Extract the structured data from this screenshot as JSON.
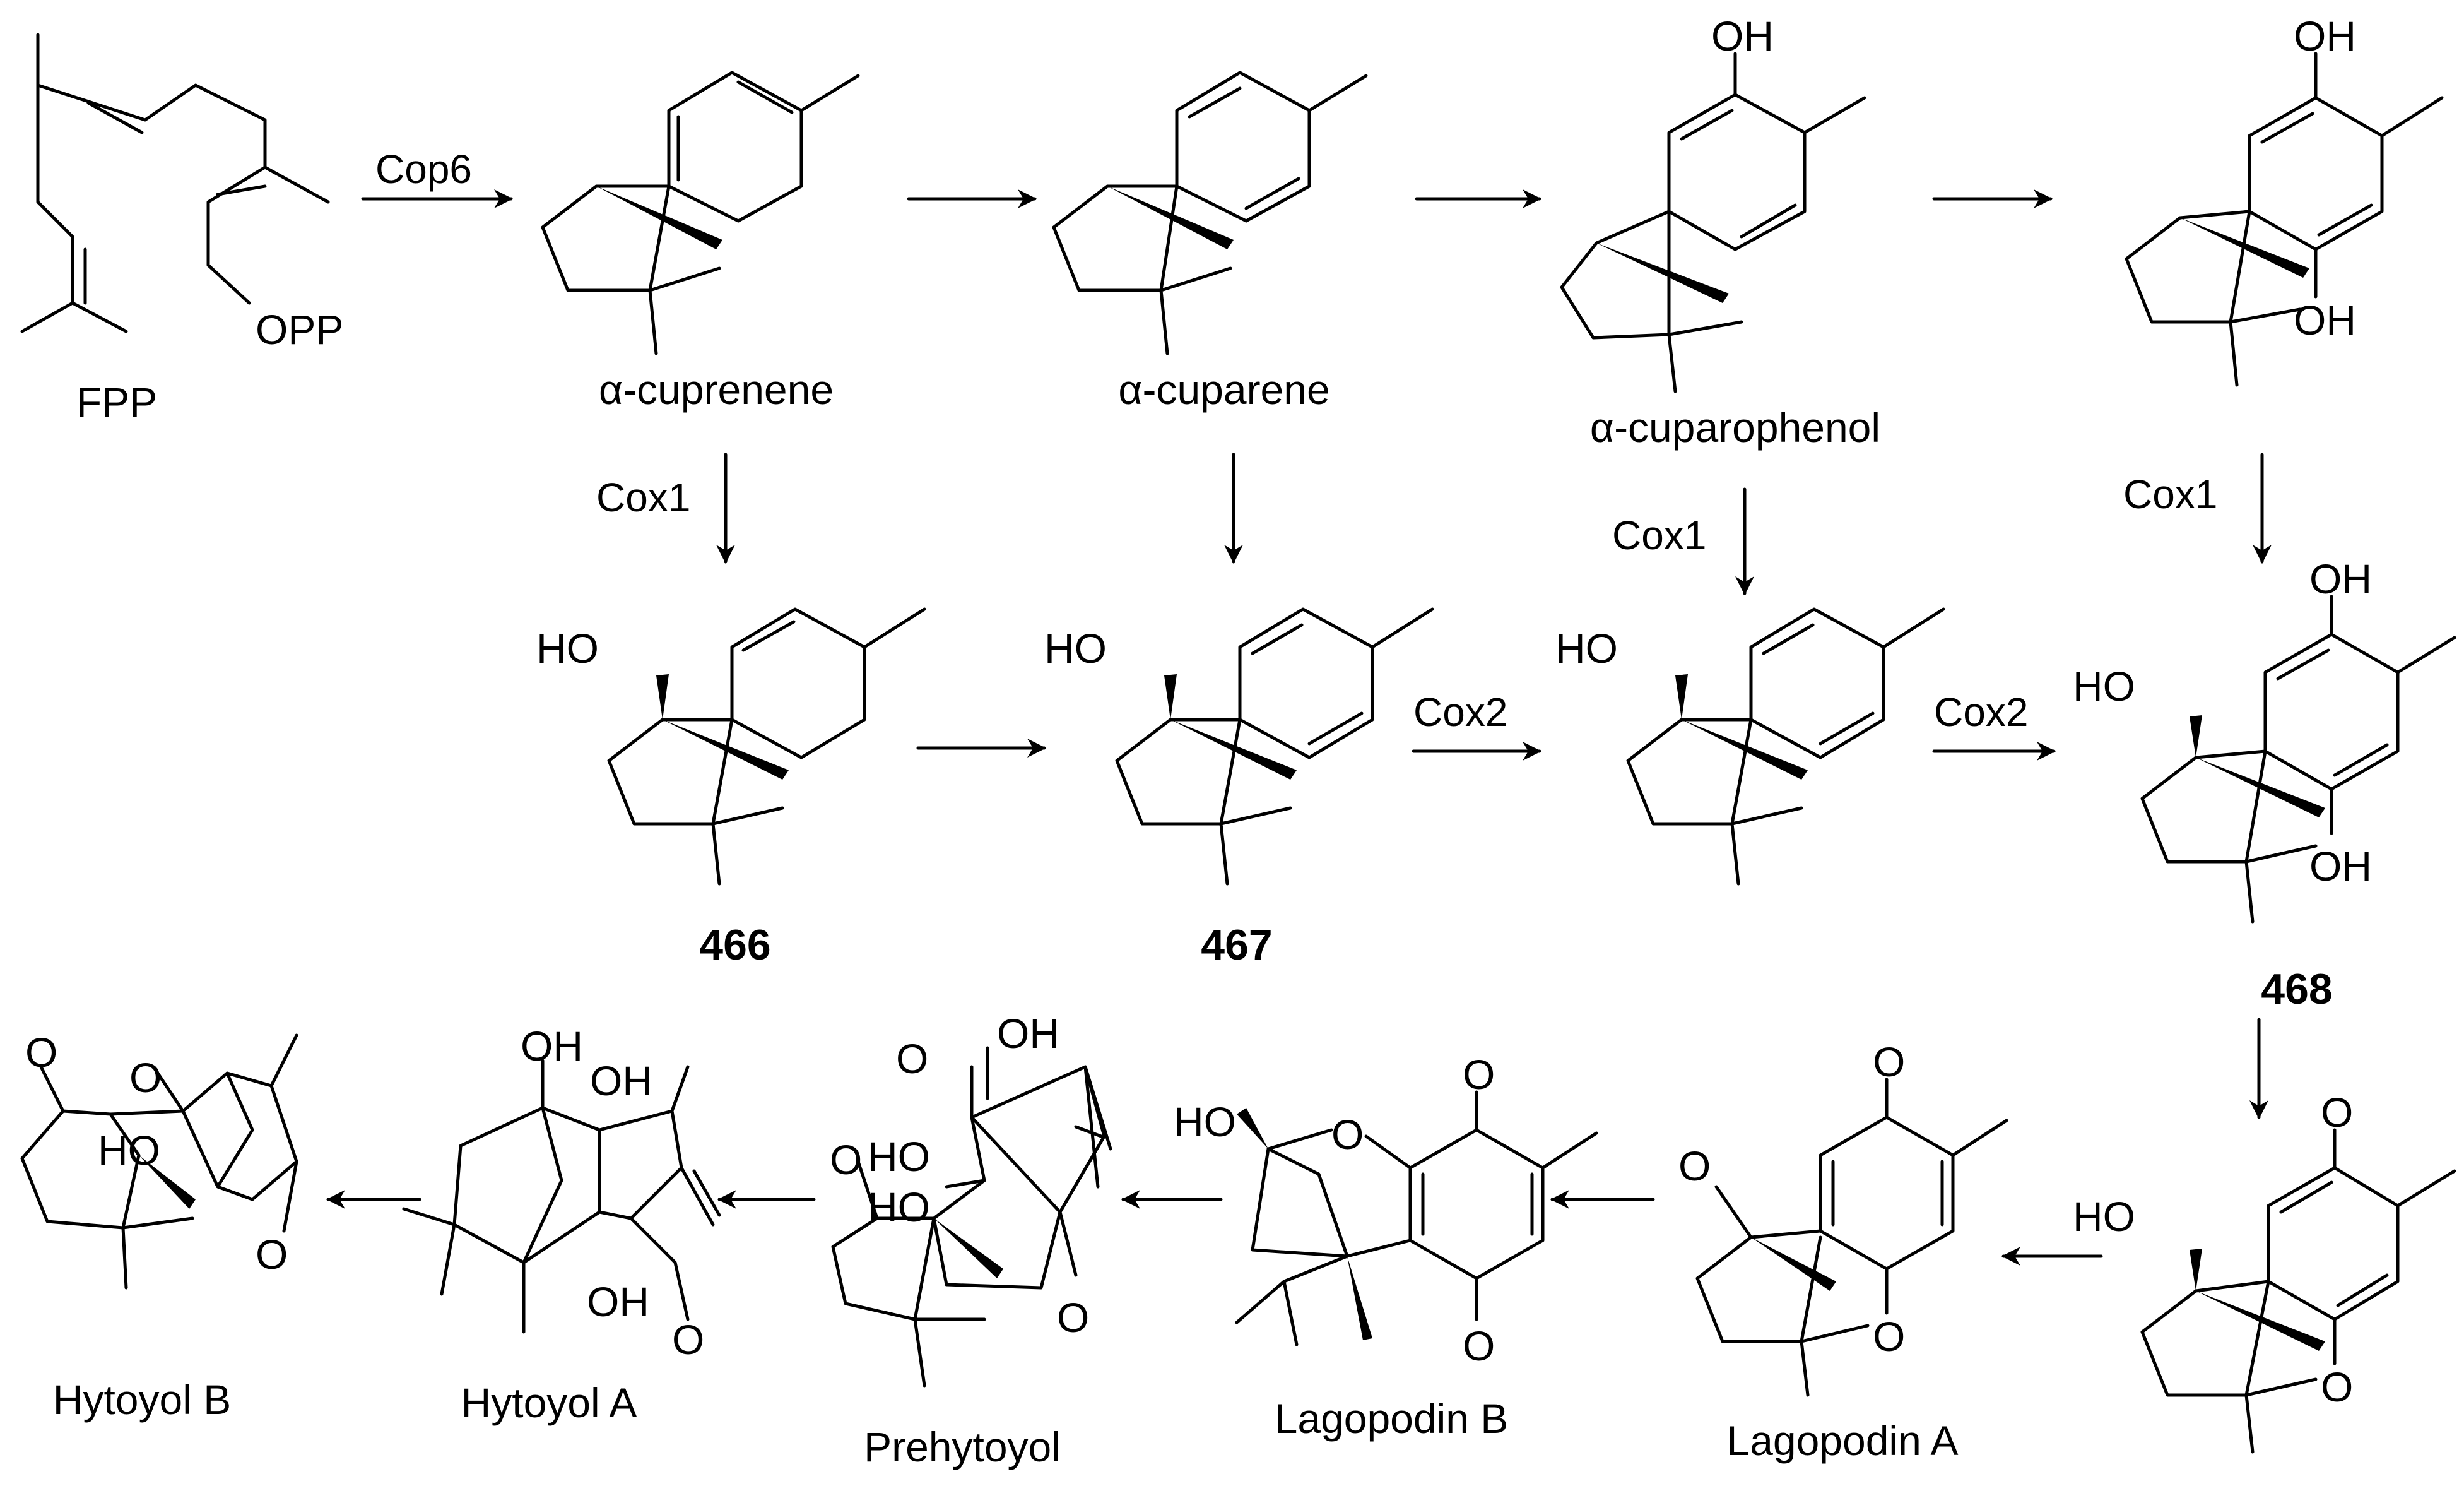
{
  "compounds": {
    "fpp": "FPP",
    "cuprenene": "α-cuprenene",
    "cuparene": "α-cuparene",
    "cuparophenol": "α-cuparophenol",
    "c466": "466",
    "c467": "467",
    "c468": "468",
    "lagopodin_a": "Lagopodin A",
    "lagopodin_b": "Lagopodin B",
    "prehytoyol": "Prehytoyol",
    "hytoyol_a": "Hytoyol A",
    "hytoyol_b": "Hytoyol B"
  },
  "enzymes": {
    "cop6": "Cop6",
    "cox1": "Cox1",
    "cox2": "Cox2"
  },
  "atoms": {
    "oh": "OH",
    "ho": "HO",
    "o": "O",
    "opp": "OPP"
  }
}
